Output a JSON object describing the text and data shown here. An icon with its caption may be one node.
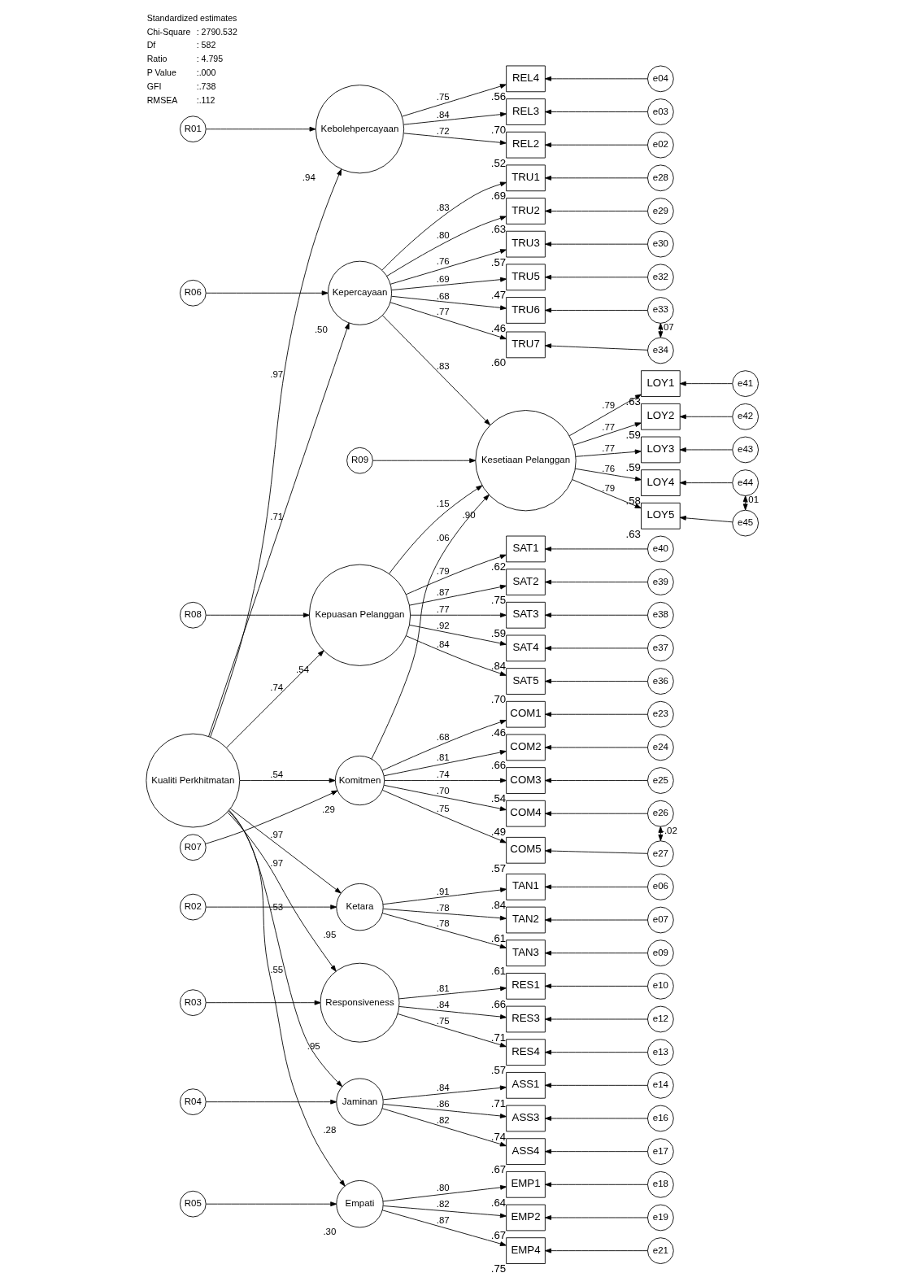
{
  "diagram": {
    "nodes": [
      {
        "text": [
          "Kualiti Perkhitmatan"
        ]
      },
      {
        "text": [
          "Kebolehpercayaan"
        ],
        "beside": [
          ".94"
        ]
      },
      {
        "text": [
          "R01"
        ]
      },
      {
        "text": [
          "REL4"
        ],
        "beside": [
          ".56"
        ]
      },
      {
        "text": [
          "e04"
        ]
      },
      {
        "text": [
          "REL3"
        ],
        "beside": [
          ".70"
        ]
      },
      {
        "text": [
          "e03"
        ]
      },
      {
        "text": [
          "REL2"
        ],
        "beside": [
          ".52"
        ]
      },
      {
        "text": [
          "e02"
        ]
      },
      {
        "text": [
          "Kepercayaan"
        ],
        "beside": [
          ".50"
        ]
      },
      {
        "text": [
          "R06"
        ]
      },
      {
        "text": [
          "TRU1"
        ],
        "beside": [
          ".69"
        ]
      },
      {
        "text": [
          "e28"
        ]
      },
      {
        "text": [
          "TRU2"
        ],
        "beside": [
          ".63"
        ]
      },
      {
        "text": [
          "e29"
        ]
      },
      {
        "text": [
          "TRU3"
        ],
        "beside": [
          ".57"
        ]
      },
      {
        "text": [
          "e30"
        ]
      },
      {
        "text": [
          "TRU5"
        ],
        "beside": [
          ".47"
        ]
      },
      {
        "text": [
          "e32"
        ]
      },
      {
        "text": [
          "TRU6"
        ],
        "beside": [
          ".46"
        ]
      },
      {
        "text": [
          "e33"
        ]
      },
      {
        "text": [
          "TRU7"
        ],
        "beside": [
          ".60"
        ]
      },
      {
        "text": [
          "e34"
        ]
      },
      {
        "text": [
          "Ketara"
        ],
        "beside": [
          ".95"
        ]
      },
      {
        "text": [
          "R02"
        ]
      },
      {
        "text": [
          "TAN1"
        ],
        "beside": [
          ".84"
        ]
      },
      {
        "text": [
          "e06"
        ]
      },
      {
        "text": [
          "TAN2"
        ],
        "beside": [
          ".61"
        ]
      },
      {
        "text": [
          "e07"
        ]
      },
      {
        "text": [
          "TAN3"
        ],
        "beside": [
          ".61"
        ]
      },
      {
        "text": [
          "e09"
        ]
      },
      {
        "text": [
          "Responsiveness"
        ],
        "beside": [
          ".95"
        ]
      },
      {
        "text": [
          "R03"
        ]
      },
      {
        "text": [
          "RES1"
        ],
        "beside": [
          ".66"
        ]
      },
      {
        "text": [
          "e10"
        ]
      },
      {
        "text": [
          "RES3"
        ],
        "beside": [
          ".71"
        ]
      },
      {
        "text": [
          "e12"
        ]
      },
      {
        "text": [
          "RES4"
        ],
        "beside": [
          ".57"
        ]
      },
      {
        "text": [
          "e13"
        ]
      },
      {
        "text": [
          "Kepuasan Pelanggan"
        ],
        "beside": [
          ".54"
        ]
      },
      {
        "text": [
          "R08"
        ]
      },
      {
        "text": [
          "SAT1"
        ],
        "beside": [
          ".62"
        ]
      },
      {
        "text": [
          "e40"
        ]
      },
      {
        "text": [
          "SAT2"
        ],
        "beside": [
          ".75"
        ]
      },
      {
        "text": [
          "e39"
        ]
      },
      {
        "text": [
          "SAT3"
        ],
        "beside": [
          ".59"
        ]
      },
      {
        "text": [
          "e38"
        ]
      },
      {
        "text": [
          "SAT4"
        ],
        "beside": [
          ".84"
        ]
      },
      {
        "text": [
          "e37"
        ]
      },
      {
        "text": [
          "SAT5"
        ],
        "beside": [
          ".70"
        ]
      },
      {
        "text": [
          "e36"
        ]
      },
      {
        "text": [
          "Jaminan"
        ],
        "beside": [
          ".28"
        ]
      },
      {
        "text": [
          "R04"
        ]
      },
      {
        "text": [
          "ASS1"
        ],
        "beside": [
          ".71"
        ]
      },
      {
        "text": [
          "e14"
        ]
      },
      {
        "text": [
          "ASS3"
        ],
        "beside": [
          ".74"
        ]
      },
      {
        "text": [
          "e16"
        ]
      },
      {
        "text": [
          "ASS4"
        ],
        "beside": [
          ".67"
        ]
      },
      {
        "text": [
          "e17"
        ]
      },
      {
        "text": [
          "Empati"
        ],
        "beside": [
          ".30"
        ]
      },
      {
        "text": [
          "R05"
        ]
      },
      {
        "text": [
          "EMP1"
        ],
        "beside": [
          ".64"
        ]
      },
      {
        "text": [
          "e18"
        ]
      },
      {
        "text": [
          "EMP2"
        ],
        "beside": [
          ".67"
        ]
      },
      {
        "text": [
          "e19"
        ]
      },
      {
        "text": [
          "EMP4"
        ],
        "beside": [
          ".75"
        ]
      },
      {
        "text": [
          "e21"
        ]
      },
      {
        "text": [
          "Komitmen"
        ],
        "beside": [
          ".29"
        ]
      },
      {
        "text": [
          "R07"
        ]
      },
      {
        "text": [
          "COM1"
        ],
        "beside": [
          ".46"
        ]
      },
      {
        "text": [
          "e23"
        ]
      },
      {
        "text": [
          "COM2"
        ],
        "beside": [
          ".66"
        ]
      },
      {
        "text": [
          "e24"
        ]
      },
      {
        "text": [
          "COM3"
        ],
        "beside": [
          ".54"
        ]
      },
      {
        "text": [
          "e25"
        ]
      },
      {
        "text": [
          "COM4"
        ],
        "beside": [
          ".49"
        ]
      },
      {
        "text": [
          "e26"
        ]
      },
      {
        "text": [
          "COM5"
        ],
        "beside": [
          ".57"
        ]
      },
      {
        "text": [
          "e27"
        ]
      },
      {
        "text": [
          "Kesetiaan Pelanggan"
        ],
        "beside": [
          ".90"
        ]
      },
      {
        "text": [
          "R09"
        ]
      },
      {
        "text": [
          "LOY1"
        ],
        "beside": [
          ".63"
        ]
      },
      {
        "text": [
          "e41"
        ]
      },
      {
        "text": [
          "LOY2"
        ],
        "beside": [
          ".59"
        ]
      },
      {
        "text": [
          "e42"
        ]
      },
      {
        "text": [
          "LOY3"
        ],
        "beside": [
          ".59"
        ]
      },
      {
        "text": [
          "e43"
        ]
      },
      {
        "text": [
          "LOY4"
        ],
        "beside": [
          ".58"
        ]
      },
      {
        "text": [
          "e44"
        ]
      },
      {
        "text": [
          "LOY5"
        ],
        "beside": [
          ".63"
        ]
      },
      {
        "text": [
          "e45"
        ]
      }
    ],
    "edges": [
      {
        "from": 0,
        "to": 1,
        "arrow": "to",
        "label": ".97"
      },
      {
        "from": 0,
        "to": 9,
        "arrow": "to",
        "label": ".71"
      },
      {
        "from": 0,
        "to": 23,
        "arrow": "to",
        "label": ".97"
      },
      {
        "from": 0,
        "to": 31,
        "arrow": "to",
        "label": ".97"
      },
      {
        "from": 0,
        "to": 39,
        "arrow": "to",
        "label": ".74"
      },
      {
        "from": 0,
        "to": 51,
        "arrow": "to",
        "label": ".53"
      },
      {
        "from": 0,
        "to": 59,
        "arrow": "to",
        "label": ".55"
      },
      {
        "from": 0,
        "to": 67,
        "arrow": "to",
        "label": ".54"
      },
      {
        "from": 9,
        "to": 79,
        "arrow": "to",
        "label": ".83"
      },
      {
        "from": 39,
        "to": 79,
        "arrow": "to",
        "label": ".15"
      },
      {
        "from": 67,
        "to": 79,
        "arrow": "to",
        "label": ".06"
      },
      {
        "from": 2,
        "to": 1,
        "arrow": "to"
      },
      {
        "from": 1,
        "to": 3,
        "arrow": "to",
        "label": ".75"
      },
      {
        "from": 4,
        "to": 3,
        "arrow": "to"
      },
      {
        "from": 1,
        "to": 5,
        "arrow": "to",
        "label": ".84"
      },
      {
        "from": 6,
        "to": 5,
        "arrow": "to"
      },
      {
        "from": 1,
        "to": 7,
        "arrow": "to",
        "label": ".72"
      },
      {
        "from": 8,
        "to": 7,
        "arrow": "to"
      },
      {
        "from": 10,
        "to": 9,
        "arrow": "to"
      },
      {
        "from": 9,
        "to": 11,
        "arrow": "to",
        "label": ".83"
      },
      {
        "from": 12,
        "to": 11,
        "arrow": "to"
      },
      {
        "from": 9,
        "to": 13,
        "arrow": "to",
        "label": ".80"
      },
      {
        "from": 14,
        "to": 13,
        "arrow": "to"
      },
      {
        "from": 9,
        "to": 15,
        "arrow": "to",
        "label": ".76"
      },
      {
        "from": 16,
        "to": 15,
        "arrow": "to"
      },
      {
        "from": 9,
        "to": 17,
        "arrow": "to",
        "label": ".69"
      },
      {
        "from": 18,
        "to": 17,
        "arrow": "to"
      },
      {
        "from": 9,
        "to": 19,
        "arrow": "to",
        "label": ".68"
      },
      {
        "from": 20,
        "to": 19,
        "arrow": "to"
      },
      {
        "from": 9,
        "to": 21,
        "arrow": "to",
        "label": ".77"
      },
      {
        "from": 22,
        "to": 21,
        "arrow": "to"
      },
      {
        "from": 20,
        "to": 22,
        "arrow": "both",
        "label": ".07"
      },
      {
        "from": 24,
        "to": 23,
        "arrow": "to"
      },
      {
        "from": 23,
        "to": 25,
        "arrow": "to",
        "label": ".91"
      },
      {
        "from": 26,
        "to": 25,
        "arrow": "to"
      },
      {
        "from": 23,
        "to": 27,
        "arrow": "to",
        "label": ".78"
      },
      {
        "from": 28,
        "to": 27,
        "arrow": "to"
      },
      {
        "from": 23,
        "to": 29,
        "arrow": "to",
        "label": ".78"
      },
      {
        "from": 30,
        "to": 29,
        "arrow": "to"
      },
      {
        "from": 32,
        "to": 31,
        "arrow": "to"
      },
      {
        "from": 31,
        "to": 33,
        "arrow": "to",
        "label": ".81"
      },
      {
        "from": 34,
        "to": 33,
        "arrow": "to"
      },
      {
        "from": 31,
        "to": 35,
        "arrow": "to",
        "label": ".84"
      },
      {
        "from": 36,
        "to": 35,
        "arrow": "to"
      },
      {
        "from": 31,
        "to": 37,
        "arrow": "to",
        "label": ".75"
      },
      {
        "from": 38,
        "to": 37,
        "arrow": "to"
      },
      {
        "from": 40,
        "to": 39,
        "arrow": "to"
      },
      {
        "from": 39,
        "to": 41,
        "arrow": "to",
        "label": ".79"
      },
      {
        "from": 42,
        "to": 41,
        "arrow": "to"
      },
      {
        "from": 39,
        "to": 43,
        "arrow": "to",
        "label": ".87"
      },
      {
        "from": 44,
        "to": 43,
        "arrow": "to"
      },
      {
        "from": 39,
        "to": 45,
        "arrow": "to",
        "label": ".77"
      },
      {
        "from": 46,
        "to": 45,
        "arrow": "to"
      },
      {
        "from": 39,
        "to": 47,
        "arrow": "to",
        "label": ".92"
      },
      {
        "from": 48,
        "to": 47,
        "arrow": "to"
      },
      {
        "from": 39,
        "to": 49,
        "arrow": "to",
        "label": ".84"
      },
      {
        "from": 50,
        "to": 49,
        "arrow": "to"
      },
      {
        "from": 52,
        "to": 51,
        "arrow": "to"
      },
      {
        "from": 51,
        "to": 53,
        "arrow": "to",
        "label": ".84"
      },
      {
        "from": 54,
        "to": 53,
        "arrow": "to"
      },
      {
        "from": 51,
        "to": 55,
        "arrow": "to",
        "label": ".86"
      },
      {
        "from": 56,
        "to": 55,
        "arrow": "to"
      },
      {
        "from": 51,
        "to": 57,
        "arrow": "to",
        "label": ".82"
      },
      {
        "from": 58,
        "to": 57,
        "arrow": "to"
      },
      {
        "from": 60,
        "to": 59,
        "arrow": "to"
      },
      {
        "from": 59,
        "to": 61,
        "arrow": "to",
        "label": ".80"
      },
      {
        "from": 62,
        "to": 61,
        "arrow": "to"
      },
      {
        "from": 59,
        "to": 63,
        "arrow": "to",
        "label": ".82"
      },
      {
        "from": 64,
        "to": 63,
        "arrow": "to"
      },
      {
        "from": 59,
        "to": 65,
        "arrow": "to",
        "label": ".87"
      },
      {
        "from": 66,
        "to": 65,
        "arrow": "to"
      },
      {
        "from": 68,
        "to": 67,
        "arrow": "to"
      },
      {
        "from": 67,
        "to": 69,
        "arrow": "to",
        "label": ".68"
      },
      {
        "from": 70,
        "to": 69,
        "arrow": "to"
      },
      {
        "from": 67,
        "to": 71,
        "arrow": "to",
        "label": ".81"
      },
      {
        "from": 72,
        "to": 71,
        "arrow": "to"
      },
      {
        "from": 67,
        "to": 73,
        "arrow": "to",
        "label": ".74"
      },
      {
        "from": 74,
        "to": 73,
        "arrow": "to"
      },
      {
        "from": 67,
        "to": 75,
        "arrow": "to",
        "label": ".70"
      },
      {
        "from": 76,
        "to": 75,
        "arrow": "to"
      },
      {
        "from": 67,
        "to": 77,
        "arrow": "to",
        "label": ".75"
      },
      {
        "from": 78,
        "to": 77,
        "arrow": "to"
      },
      {
        "from": 76,
        "to": 78,
        "arrow": "both",
        "label": "-.02"
      },
      {
        "from": 80,
        "to": 79,
        "arrow": "to"
      },
      {
        "from": 79,
        "to": 81,
        "arrow": "to",
        "label": ".79"
      },
      {
        "from": 82,
        "to": 81,
        "arrow": "to"
      },
      {
        "from": 79,
        "to": 83,
        "arrow": "to",
        "label": ".77"
      },
      {
        "from": 84,
        "to": 83,
        "arrow": "to"
      },
      {
        "from": 79,
        "to": 85,
        "arrow": "to",
        "label": ".77"
      },
      {
        "from": 86,
        "to": 85,
        "arrow": "to"
      },
      {
        "from": 79,
        "to": 87,
        "arrow": "to",
        "label": ".76"
      },
      {
        "from": 88,
        "to": 87,
        "arrow": "to"
      },
      {
        "from": 79,
        "to": 89,
        "arrow": "to",
        "label": ".79"
      },
      {
        "from": 90,
        "to": 89,
        "arrow": "to"
      },
      {
        "from": 88,
        "to": 90,
        "arrow": "both",
        "label": ".01"
      }
    ],
    "labels": [
      "Standardized estimates",
      "Chi-Square",
      ": 2790.532",
      "Df",
      ": 582",
      "Ratio",
      ": 4.795",
      "P Value",
      ":.000",
      "GFI",
      ":.738",
      "RMSEA",
      ":.112"
    ]
  }
}
